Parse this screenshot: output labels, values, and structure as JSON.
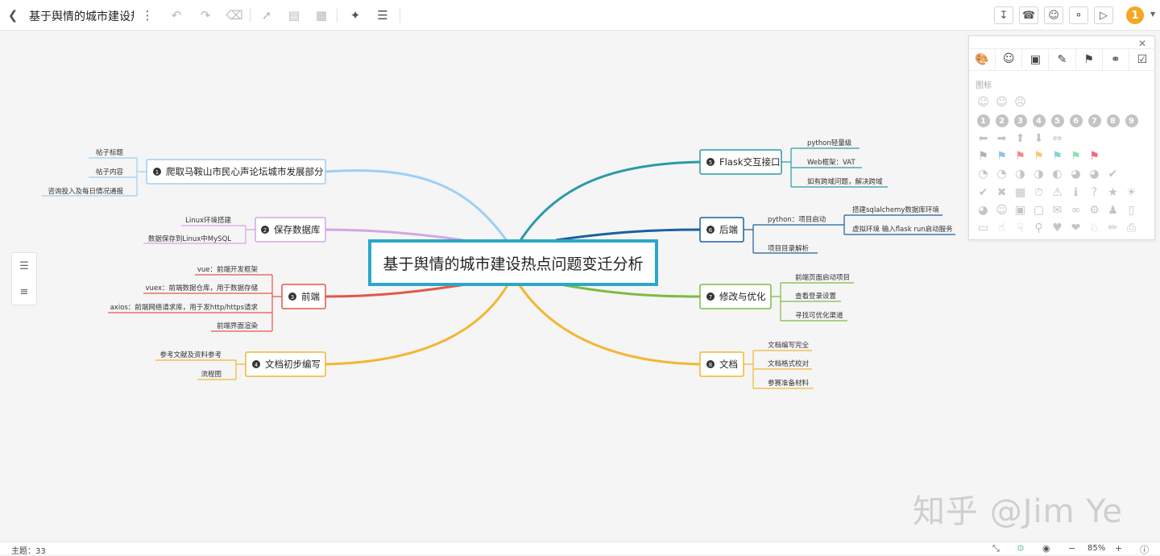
{
  "toolbar": {
    "back_icon": "chevron-left-icon",
    "title": "基于舆情的城市建设热点问题变迁分析",
    "avatar_label": "1"
  },
  "mindmap": {
    "center": "基于舆情的城市建设热点问题变迁分析",
    "branches": [
      {
        "num": "1",
        "label": "爬取马鞍山市民心声论坛城市发展部分",
        "color": "#9ecff2",
        "children": [
          "帖子标题",
          "帖子内容",
          "咨询投入及每日情况通报"
        ]
      },
      {
        "num": "2",
        "label": "保存数据库",
        "color": "#d4a5e6",
        "children": [
          "Linux环境搭建",
          "数据保存到Linux中MySQL"
        ]
      },
      {
        "num": "3",
        "label": "前端",
        "color": "#e2574c",
        "children": [
          "vue：前端开发框架",
          "vuex：前端数据仓库，用于数据存储",
          "axios：前端网络请求库，用于发http/https请求",
          "前端界面渲染"
        ]
      },
      {
        "num": "4",
        "label": "文档初步编写",
        "color": "#f2b632",
        "children": [
          "参考文献及资料参考",
          "流程图"
        ]
      },
      {
        "num": "5",
        "label": "Flask交互接口",
        "color": "#2a9aa8",
        "children": [
          "python轻量级",
          "Web框架：VAT",
          "如有跨域问题，解决跨域"
        ]
      },
      {
        "num": "6",
        "label": "后端",
        "color": "#1c5f9e",
        "children": [
          "python：项目启动",
          "项目目录解析"
        ],
        "grandchildren": [
          "搭建sqlalchemy数据库环境",
          "虚拟环境 输入flask run启动服务"
        ]
      },
      {
        "num": "7",
        "label": "修改与优化",
        "color": "#7dbb42",
        "children": [
          "前端页面启动项目",
          "查看登录设置",
          "寻找可优化渠道"
        ]
      },
      {
        "num": "8",
        "label": "文档",
        "color": "#f2b632",
        "children": [
          "文档编写完全",
          "文档格式校对",
          "参赛准备材料"
        ]
      }
    ]
  },
  "panel": {
    "close_icon": "close-icon",
    "tabs": [
      "palette-icon",
      "emoji-icon",
      "image-icon",
      "note-icon",
      "tag-icon",
      "link-icon",
      "task-icon"
    ],
    "label": "图标",
    "number_icons": [
      "1",
      "2",
      "3",
      "4",
      "5",
      "6",
      "7",
      "8",
      "9"
    ]
  },
  "status": {
    "topic_count": "主题：33",
    "zoom": "85%"
  },
  "watermark": "知乎 @Jim Ye"
}
